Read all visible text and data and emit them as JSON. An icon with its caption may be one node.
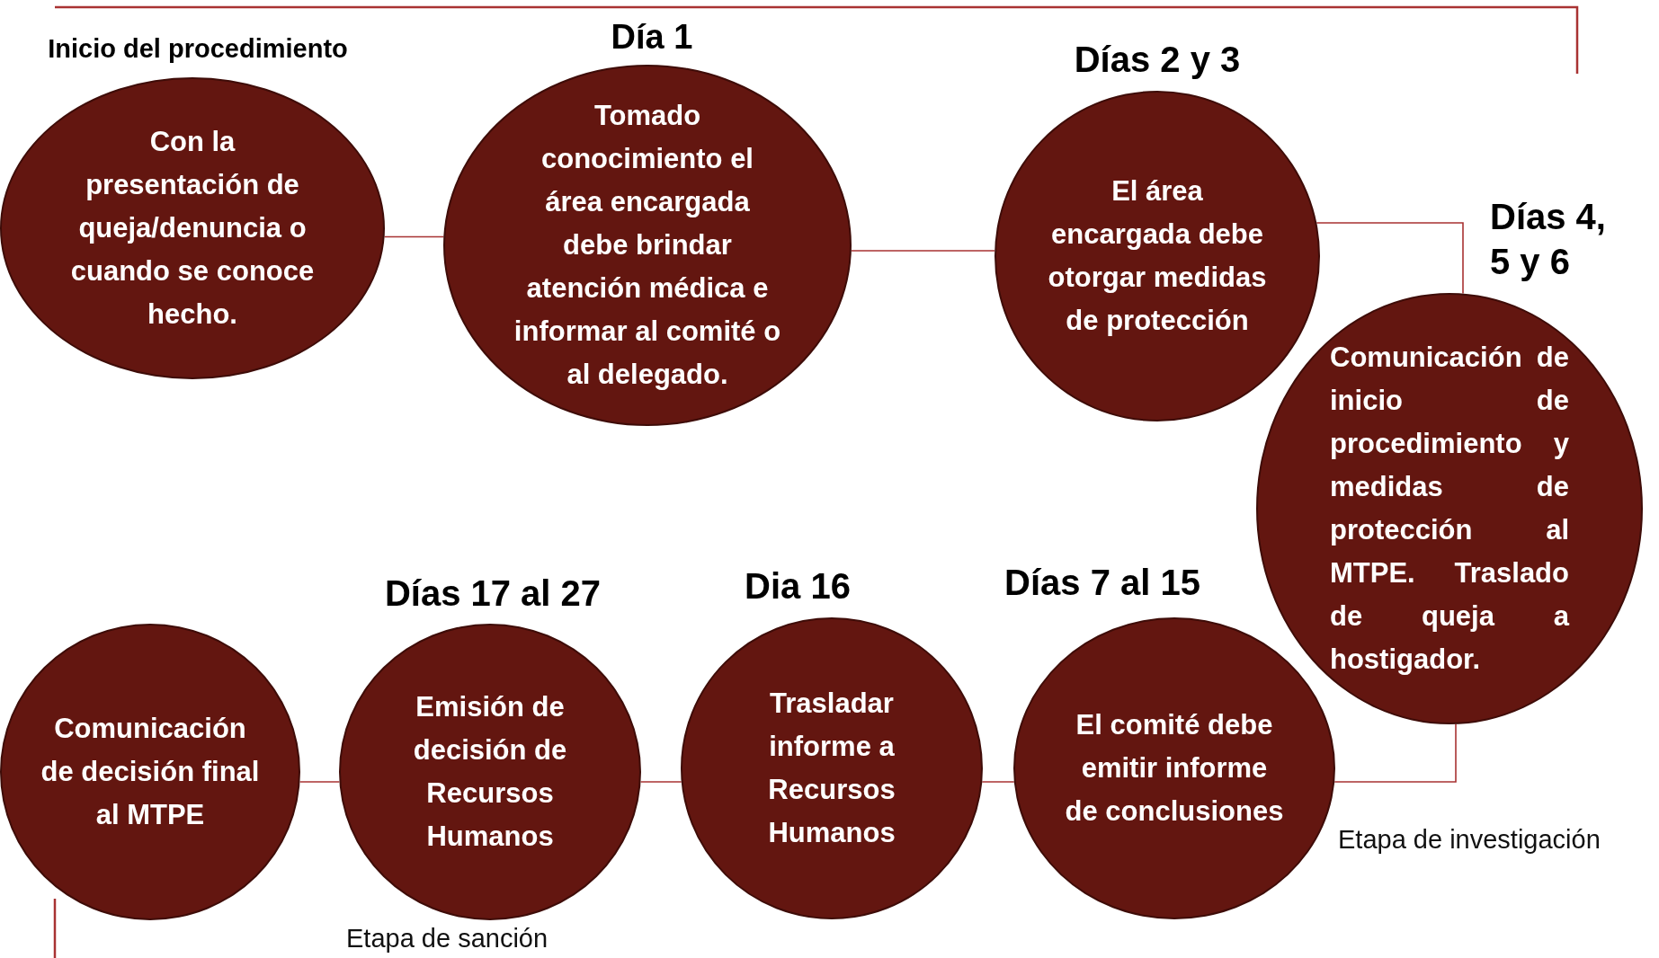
{
  "diagram": {
    "nodes": [
      {
        "text": [
          "Con la presentación de queja/denuncia o cuando se conoce hecho."
        ],
        "beside": [
          "Inicio del procedimiento"
        ]
      },
      {
        "text": [
          "Tomado conocimiento el área encargada debe brindar atención médica e informar al comité o al delegado."
        ],
        "beside": [
          "Día 1"
        ]
      },
      {
        "text": [
          "El área encargada debe otorgar medidas de protección"
        ],
        "beside": [
          "Días 2 y 3"
        ]
      },
      {
        "text": [
          "Comunicación de inicio de procedimiento y medidas de protección al MTPE. Traslado de queja a hostigador."
        ],
        "beside": [
          "Días 4, 5 y 6"
        ]
      },
      {
        "text": [
          "El comité debe emitir informe de conclusiones"
        ],
        "beside": [
          "Días 7 al 15"
        ]
      },
      {
        "text": [
          "Trasladar informe a Recursos Humanos"
        ],
        "beside": [
          "Dia 16"
        ]
      },
      {
        "text": [
          "Emisión de decisión de Recursos Humanos"
        ],
        "beside": [
          "Días 17 al 27"
        ]
      },
      {
        "text": [
          "Comunicación de decisión final al MTPE"
        ]
      }
    ],
    "edges": [
      {
        "from": 0,
        "to": 1,
        "arrow": "none"
      },
      {
        "from": 1,
        "to": 2,
        "arrow": "none"
      },
      {
        "from": 2,
        "to": 3,
        "arrow": "none"
      },
      {
        "from": 3,
        "to": 4,
        "arrow": "none"
      },
      {
        "from": 4,
        "to": 5,
        "arrow": "none"
      },
      {
        "from": 5,
        "to": 6,
        "arrow": "none"
      },
      {
        "from": 6,
        "to": 7,
        "arrow": "none"
      }
    ],
    "labels": [
      "Etapa de investigación",
      "Etapa de sanción"
    ]
  }
}
